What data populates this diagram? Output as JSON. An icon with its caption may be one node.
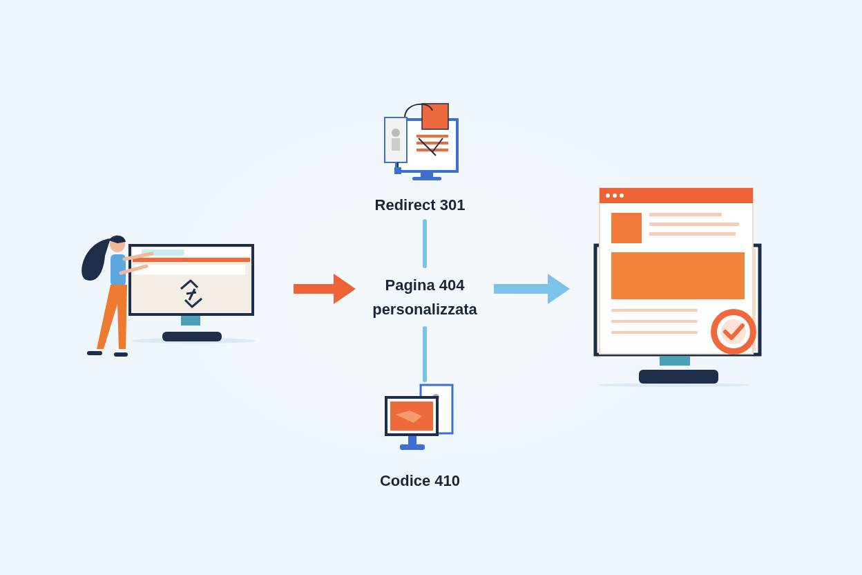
{
  "diagram": {
    "nodes": [
      {
        "text": [],
        "shape": "picture"
      },
      {
        "text": [
          "Redirect 301"
        ]
      },
      {
        "text": [
          "Pagina 404 personalizzata"
        ]
      },
      {
        "text": [
          "Codice 410"
        ]
      },
      {
        "text": [],
        "shape": "picture"
      }
    ],
    "edges": [
      {
        "from": 0,
        "to": 2,
        "arrow": "to",
        "style": "thick",
        "color": "#ee6236"
      },
      {
        "from": 2,
        "to": 4,
        "arrow": "to",
        "style": "thick"
      },
      {
        "from": 1,
        "to": 2,
        "arrow": "none"
      },
      {
        "from": 2,
        "to": 3,
        "arrow": "none"
      }
    ]
  }
}
